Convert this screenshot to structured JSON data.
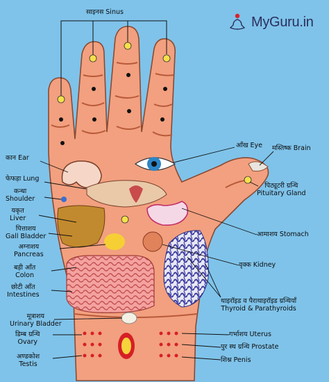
{
  "brand": {
    "name": "MyGuru.in",
    "logo_icon": "meditating-figure-icon",
    "logo_dot_color": "#d8232a"
  },
  "colors": {
    "background": "#7fc3ea",
    "hand": "#f2a07f",
    "hand_outline": "#8a4a33",
    "point": "#111111",
    "line": "#111111"
  },
  "labels": {
    "sinus": {
      "hi": "साइनस",
      "en": "Sinus"
    },
    "eye": {
      "hi": "आँख",
      "en": "Eye"
    },
    "brain": {
      "hi": "मस्तिष्क",
      "en": "Brain"
    },
    "ear": {
      "hi": "कान",
      "en": "Ear"
    },
    "lung": {
      "hi": "फेफड़ा",
      "en": "Lung"
    },
    "shoulder": {
      "hi": "कन्धा",
      "en": "Shoulder"
    },
    "pituitary": {
      "hi": "पिट्यूटरी ग्रन्थि",
      "en": "Pituitary Gland"
    },
    "liver": {
      "hi": "यकृत",
      "en": "Liver"
    },
    "gall_bladder": {
      "hi": "पित्ताशय",
      "en": "Gall Bladder"
    },
    "stomach": {
      "hi": "आमाशय",
      "en": "Stomach"
    },
    "pancreas": {
      "hi": "अग्नाशय",
      "en": "Pancreas"
    },
    "colon": {
      "hi": "बड़ी आँत",
      "en": "Colon"
    },
    "kidney": {
      "hi": "वृक्क",
      "en": "Kidney"
    },
    "intestines": {
      "hi": "छोटी आँत",
      "en": "Intestines"
    },
    "thyroid": {
      "hi": "थाइरॉइड व पैराथाइरॉइड ग्रन्थियाँ",
      "en": "Thyroid & Parathyroids"
    },
    "bladder": {
      "hi": "मूत्राशय",
      "en": "Urinary Bladder"
    },
    "uterus": {
      "hi": "गर्भाशय",
      "en": "Uterus"
    },
    "ovary": {
      "hi": "डिम्ब ग्रन्थि",
      "en": "Ovary"
    },
    "prostate": {
      "hi": "पुर स्थ ग्रन्थि",
      "en": "Prostate"
    },
    "testis": {
      "hi": "अण्डकोश",
      "en": "Testis"
    },
    "penis": {
      "hi": "शिश्न",
      "en": "Penis"
    }
  }
}
